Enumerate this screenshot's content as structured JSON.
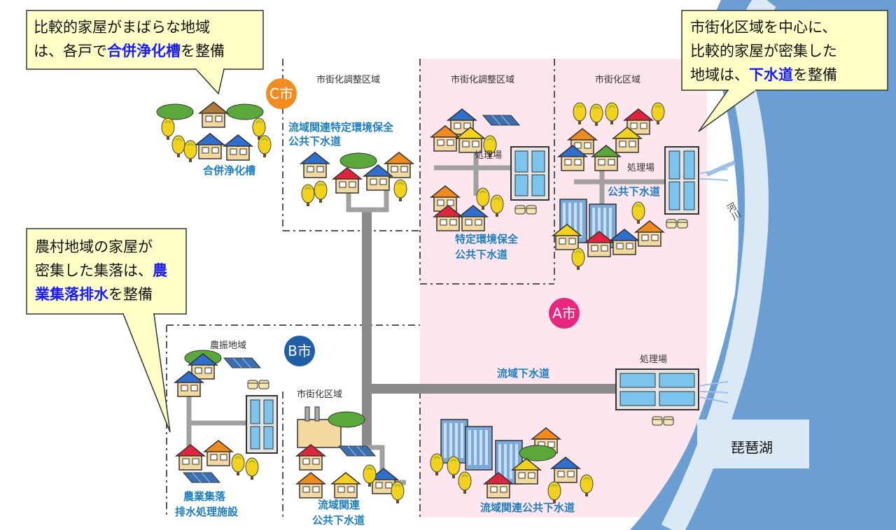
{
  "callouts": {
    "c_city_note": {
      "line1": "比較的家屋がまばらな地域",
      "line2_pre": "は、各戸で",
      "line2_hl": "合併浄化槽",
      "line2_post": "を整備"
    },
    "a_city_note": {
      "line1": "市街化区域を中心に、",
      "line2": "比較的家屋が密集した",
      "line3_pre": "地域は、",
      "line3_hl": "下水道",
      "line3_post": "を整備"
    },
    "rural_note": {
      "line1": "農村地域の家屋が",
      "line2_pre": "密集した集落は、",
      "line2_hl": "農",
      "line3_hl": "業集落排水",
      "line3_post": "を整備"
    }
  },
  "cities": {
    "c": "C市",
    "a": "A市",
    "b": "B市"
  },
  "zones": {
    "c_adjust": "市街化調整区域",
    "a_adjust": "市街化調整区域",
    "a_urban": "市街化区域",
    "b_farm": "農振地域",
    "b_urban": "市街化区域"
  },
  "systems": {
    "septic": "合併浄化槽",
    "basin_env_1": "流域関連特定環境保全",
    "basin_env_2": "公共下水道",
    "specific_env_1": "特定環境保全",
    "specific_env_2": "公共下水道",
    "public_sewer": "公共下水道",
    "basin_sewer": "流域下水道",
    "basin_related_1": "流域関連",
    "basin_related_2": "公共下水道",
    "basin_related_public": "流域関連公共下水道",
    "farm_1": "農業集落",
    "farm_2": "排水処理施設"
  },
  "facilities": {
    "plant_a_adjust": "処理場",
    "plant_a_urban": "処理場",
    "plant_basin": "処理場"
  },
  "water": {
    "river": "河川",
    "lake": "琵琶湖"
  },
  "colors": {
    "city_c": "#f28c1e",
    "city_a": "#e6267f",
    "city_b": "#1f5fa8",
    "pink_zone": "#fde6ee",
    "pipe": "#a0a0a0",
    "lake": "#6b9fd3",
    "callout_bg": "#ffffc8",
    "highlight": "#1a1aff"
  }
}
